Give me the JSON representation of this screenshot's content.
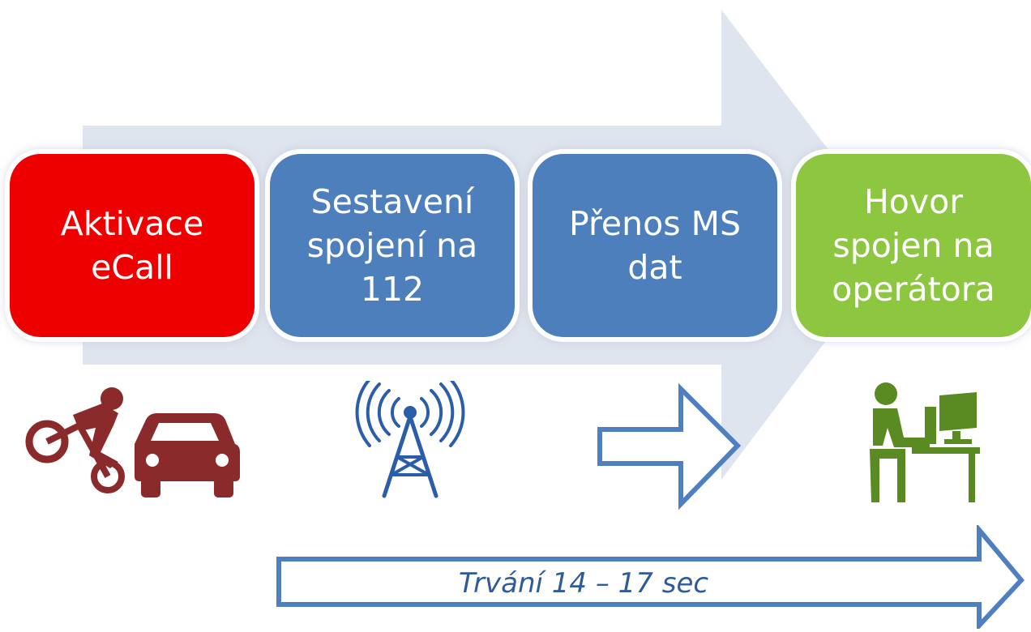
{
  "steps": [
    {
      "label": "Aktivace\neCall",
      "color": "#ef0000"
    },
    {
      "label": "Sestavení\nspojení na\n112",
      "color": "#4e7fbd"
    },
    {
      "label": "Přenos MS\ndat",
      "color": "#4e7fbd"
    },
    {
      "label": "Hovor\nspojen na\noperátora",
      "color": "#8dc63f"
    }
  ],
  "icons": {
    "step1": "crash-icon",
    "step2": "radio-tower-icon",
    "step3": "arrow-right-icon",
    "step4": "operator-at-computer-icon"
  },
  "duration": {
    "label": "Trvání 14 – 17 sec"
  },
  "colors": {
    "big_arrow": "#dfe5ee",
    "crash_icon": "#8b2a2a",
    "tower_icon": "#2b5ea8",
    "operator_icon": "#5a8a22",
    "outline_arrow": "#4f7fc0"
  }
}
